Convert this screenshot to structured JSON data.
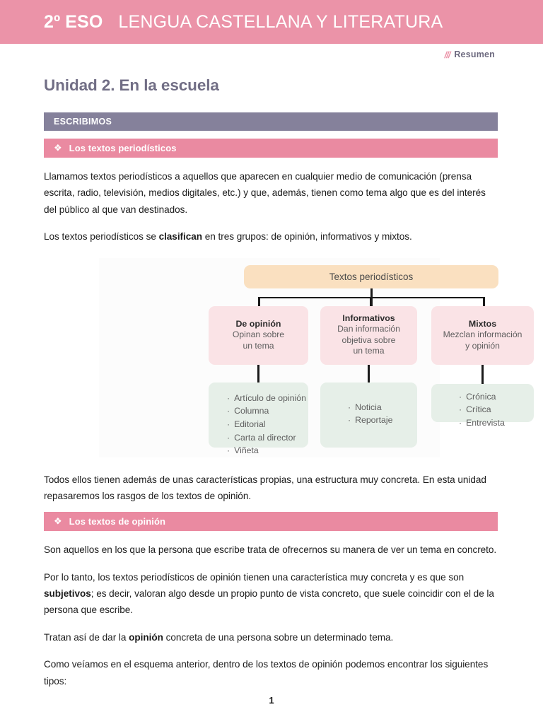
{
  "banner": {
    "grade": "2º ESO",
    "subject": "LENGUA CASTELLANA Y LITERATURA",
    "background_color": "#eb93a8",
    "text_color": "#ffffff"
  },
  "tagline": {
    "slashes_icon": "slashes-icon",
    "slashes": "///",
    "label": "Resumen",
    "slashes_color": "#eb93a8",
    "label_color": "#6e6b80"
  },
  "unit": {
    "title": "Unidad 2. En la escuela",
    "title_color": "#716e85"
  },
  "section_bar": {
    "label": "ESCRIBIMOS",
    "background_color": "#85819b"
  },
  "subsections": [
    {
      "bullet_icon": "clover-bullet-icon",
      "bullet_glyph": "❖",
      "label": "Los textos periodísticos",
      "background_color": "#ea8aa1"
    },
    {
      "bullet_icon": "clover-bullet-icon",
      "bullet_glyph": "❖",
      "label": "Los textos de opinión",
      "background_color": "#ea8aa1"
    }
  ],
  "paragraphs": {
    "p1": "Llamamos textos periodísticos a aquellos que aparecen en cualquier medio de comunicación (prensa escrita, radio, televisión, medios digitales, etc.) y que, además, tienen como tema algo que es del interés del público al que van destinados.",
    "p2_before": "Los textos periodísticos se ",
    "p2_bold": "clasifican",
    "p2_after": " en tres grupos: de opinión, informativos y mixtos.",
    "p3": "Todos ellos tienen además de unas características propias, una estructura muy concreta. En esta unidad repasaremos los rasgos de los textos de opinión.",
    "p4": "Son aquellos en los que la persona que escribe trata de ofrecernos su manera de ver un tema en concreto.",
    "p5_before": "Por lo tanto, los textos periodísticos de opinión tienen una característica muy concreta y es que son ",
    "p5_bold": "subjetivos",
    "p5_after": "; es decir, valoran algo desde un propio punto de vista concreto, que suele coincidir con el de la persona que escribe.",
    "p6_before": "Tratan así de dar la ",
    "p6_bold": "opinión",
    "p6_after": " concreta de una persona sobre un determinado tema.",
    "p7": "Como veíamos en el esquema anterior, dentro de los textos de opinión podemos encontrar los siguientes tipos:"
  },
  "chart_data": {
    "type": "diagram",
    "title": "Textos periodísticos",
    "root": {
      "label": "Textos periodísticos",
      "color": "#fae0c0"
    },
    "categories": [
      {
        "title": "De opinión",
        "description": "Opinan sobre\nun tema",
        "color": "#fae3e6",
        "examples": [
          "Artículo de opinión",
          "Columna",
          "Editorial",
          "Carta al director",
          "Viñeta"
        ],
        "examples_color": "#e6efe8"
      },
      {
        "title": "Informativos",
        "description": "Dan información\nobjetiva sobre\nun tema",
        "color": "#fae3e6",
        "examples": [
          "Noticia",
          "Reportaje"
        ],
        "examples_color": "#e6efe8"
      },
      {
        "title": "Mixtos",
        "description": "Mezclan información\ny opinión",
        "color": "#fae3e6",
        "examples": [
          "Crónica",
          "Crítica",
          "Entrevista"
        ],
        "examples_color": "#e6efe8"
      }
    ],
    "cat_descriptions": {
      "c1_l1": "Opinan sobre",
      "c1_l2": "un tema",
      "c2_l1": "Dan información",
      "c2_l2": "objetiva sobre",
      "c2_l3": "un tema",
      "c3_l1": "Mezclan información",
      "c3_l2": "y opinión"
    },
    "connector_color": "#1a1a1a"
  },
  "footer": {
    "page_number": "1"
  }
}
